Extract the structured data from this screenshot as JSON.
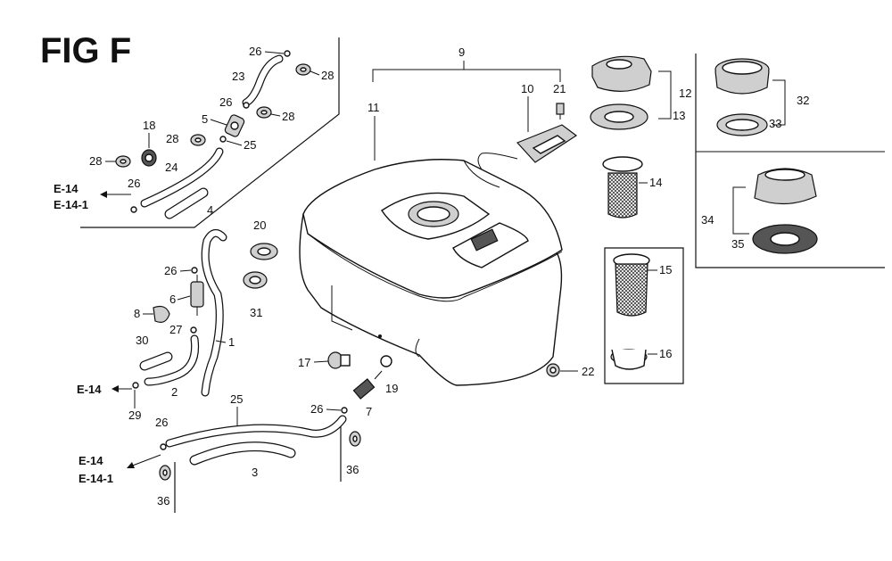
{
  "figure": {
    "title": "FIG F"
  },
  "callouts": {
    "c1": "1",
    "c2": "2",
    "c3": "3",
    "c4": "4",
    "c5": "5",
    "c6": "6",
    "c7": "7",
    "c8": "8",
    "c9": "9",
    "c10": "10",
    "c11": "11",
    "c12": "12",
    "c13": "13",
    "c14": "14",
    "c15": "15",
    "c16": "16",
    "c17": "17",
    "c18": "18",
    "c19": "19",
    "c20": "20",
    "c21": "21",
    "c22": "22",
    "c23": "23",
    "c24": "24",
    "c25": "25",
    "c26": "26",
    "c27": "27",
    "c28": "28",
    "c29": "29",
    "c30": "30",
    "c31": "31",
    "c32": "32",
    "c33": "33",
    "c34": "34",
    "c35": "35",
    "c36": "36"
  },
  "references": {
    "e14": "E-14",
    "e14_1": "E-14-1"
  }
}
